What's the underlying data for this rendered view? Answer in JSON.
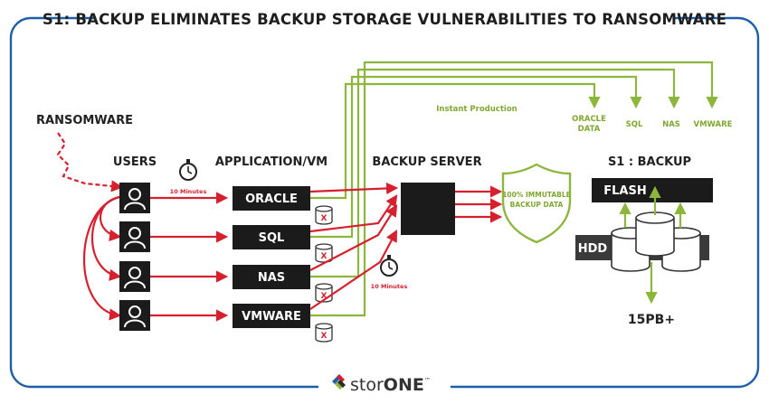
{
  "title": "S1: BACKUP ELIMINATES BACKUP STORAGE VULNERABILITIES TO RANSOMWARE",
  "labels": {
    "ransomware": "RANSOMWARE",
    "users": "USERS",
    "application_vm": "APPLICATION/VM",
    "backup_server": "BACKUP SERVER",
    "s1_backup": "S1 : BACKUP"
  },
  "applications": [
    "ORACLE",
    "SQL",
    "NAS",
    "VMWARE"
  ],
  "timers": {
    "top": "10 Minutes",
    "bottom": "10 Minutes"
  },
  "instant_production": "Instant Production",
  "targets": [
    [
      "ORACLE",
      "DATA"
    ],
    [
      "SQL"
    ],
    [
      "NAS"
    ],
    [
      "VMWARE"
    ]
  ],
  "shield": [
    "100% IMMUTABLE",
    "BACKUP DATA"
  ],
  "tiers": {
    "flash": "FLASH",
    "hdd": "HDD"
  },
  "capacity": "15PB+",
  "logo": {
    "light": "stor",
    "bold": "ONE",
    "mark": "™"
  },
  "db_marker": "X",
  "colors": {
    "frame": "#1f5fa8",
    "red": "#d7202e",
    "green": "#8db63c",
    "box": "#1b1b1b"
  }
}
